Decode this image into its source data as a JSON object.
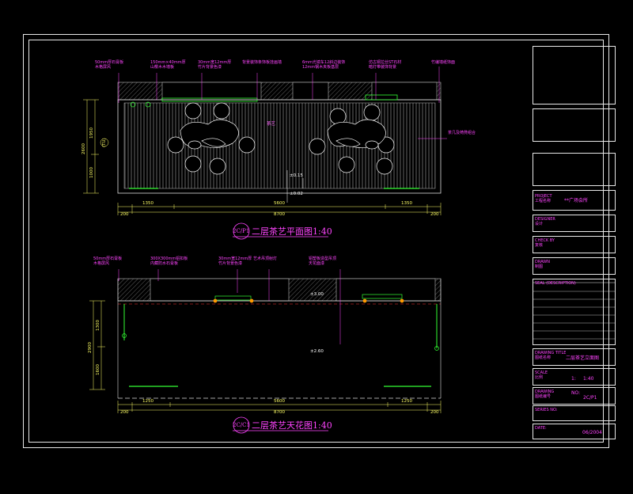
{
  "plan": {
    "title": "二层茶艺平面图1:40",
    "code": "2C/P1",
    "notes": [
      "50mm厚石膏板\n木格屏风",
      "150mm×40mm厚\n山樱木木墙板",
      "30mm宽12mm厚\n竹片背景色漆",
      "背景装饰条饰板挂画墙",
      "6mm光镜车12斜边装饰\n12mm钢木夹板基层",
      "仿古铜拉丝ST石材\n暗灯带装饰背景",
      "竹编墙纸饰面"
    ],
    "right_note": "茶几及椅凳组合",
    "room_label": "茶艺",
    "elev_a": "±0.15",
    "elev_b": "±0.02",
    "dims_h": [
      "1350",
      "5600",
      "1350"
    ],
    "dim_total": "8700",
    "dim_end_l": "200",
    "dim_end_r": "200",
    "dims_v": [
      "1950",
      "1000"
    ],
    "dim_v_total": "2600",
    "tag": "(TU)"
  },
  "ceiling": {
    "title": "二层茶艺天花图1:40",
    "code": "2C/C1",
    "notes": [
      "50mm厚石膏板\n木格屏风",
      "300X300mm铝扣板\n内藏防水石膏板",
      "30mm宽12mm厚\n竹片背景色漆",
      "艺术吊顶射灯",
      "铝塑板造型吊顶\n天花面漆"
    ],
    "elev_a": "±3.00",
    "elev_b": "±2.60",
    "dims_h": [
      "1250",
      "5600",
      "1250"
    ],
    "dim_total": "8700",
    "dim_end_l": "200",
    "dim_end_r": "200",
    "dims_v": [
      "1300",
      "1600"
    ],
    "dim_v_total": "2900"
  },
  "titleblock": {
    "project_label": "PROJECT\n工程名称",
    "project_value": "**广场会所",
    "designer_label": "DESIGNER\n设计",
    "check_label": "CHECK BY\n复核",
    "drawn_label": "DRAWN\n制图",
    "seal_label": "SEAL (DESCRIPTION)",
    "drawing_title_label": "DRAWING TITLE\n图纸名称",
    "drawing_title_value": "二层茶艺立面图",
    "scale_label": "SCALE\n比例",
    "scale_value": "1:40",
    "scale_prefix": "1:",
    "dwg_label": "DRAWING\n图纸编号",
    "dwg_prefix": "NO:",
    "dwg_value": "2C/P1",
    "series_label": "SERIES NO:",
    "date_label": "DATE:",
    "date_value": "06/2004"
  },
  "colors": {
    "outline": "#e8e8e8",
    "annotation": "#ff44ff",
    "dimension": "#ffff66",
    "furniture": "#33ff33",
    "hatch": "#9a9a9a",
    "axis": "#ff3333",
    "light": "#ff9900"
  }
}
